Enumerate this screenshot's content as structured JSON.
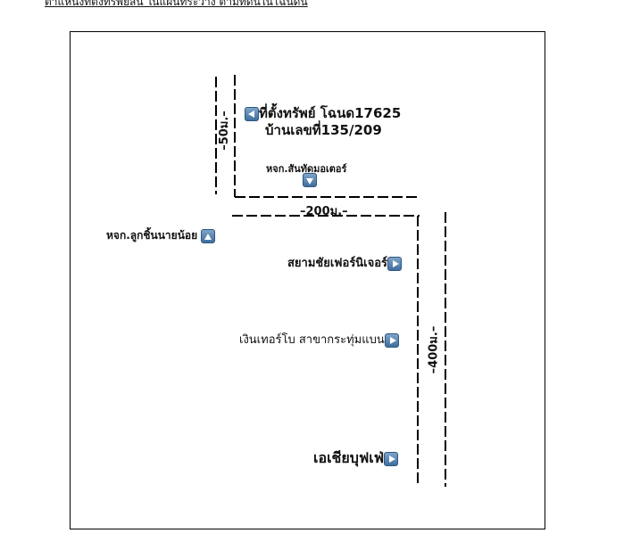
{
  "header_text": "ตำแหน่งที่ตั้งทรัพย์สิน ในแผนที่ระวาง ตามที่ดินในโฉนดนี้",
  "property": {
    "line1": "ที่ตั้งทรัพย์ โฉนด17625",
    "line2": "บ้านเลขที่135/209",
    "icon": "left-arrow-icon"
  },
  "landmarks": {
    "santad_motor": "หจก.สันทัดมอเตอร์",
    "luk_chin": "หจก.ลูกชิ้นนายน้อย",
    "siam_chai": "สยามชัยเฟอร์นิเจอร์",
    "ngern_turbo": "เงินเทอร์โบ สาขากระทุ่มแบน",
    "asia_buffet": "เอเชียบุฟเฟ่"
  },
  "dimensions": {
    "d50": "–50ม.–",
    "d200": "–200ม.–",
    "d400": "–400ม.–"
  },
  "colors": {
    "icon": "#4f7fae",
    "line": "#000000"
  }
}
